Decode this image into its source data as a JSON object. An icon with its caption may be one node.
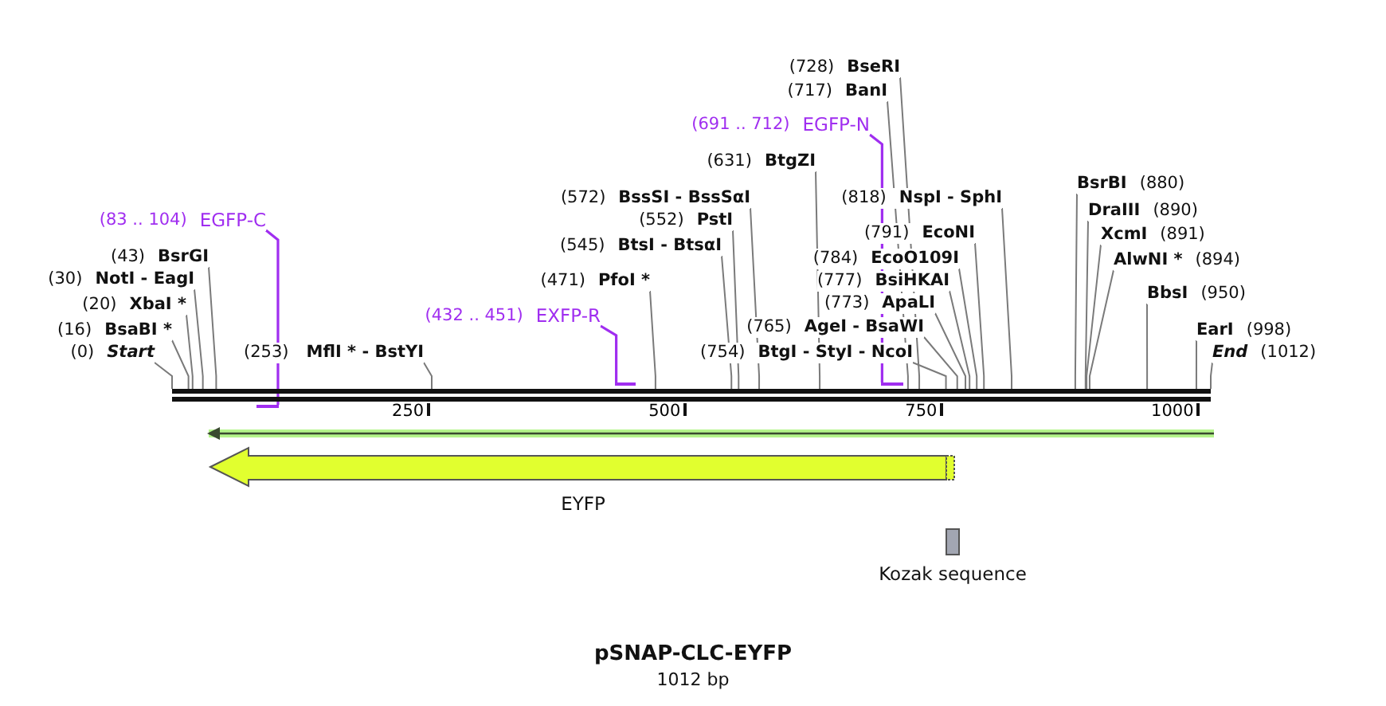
{
  "diagram": {
    "title": "pSNAP-CLC-EYFP",
    "caption": "1012 bp",
    "nodes": [
      {
        "text": [],
        "shape": "bar"
      },
      {
        "text": [
          "(0)",
          "Start"
        ]
      },
      {
        "text": [
          "(16)",
          "BsaBI *"
        ]
      },
      {
        "text": [
          "(20)",
          "XbaI *"
        ]
      },
      {
        "text": [
          "(30)",
          "NotI - EagI"
        ]
      },
      {
        "text": [
          "(43)",
          "BsrGI"
        ]
      },
      {
        "text": [
          "(83 .. 104)",
          "EGFP-C"
        ]
      },
      {
        "text": [],
        "shape": "bar"
      },
      {
        "text": [
          "(253)",
          "MflI * - BstYI"
        ]
      },
      {
        "text": [
          "(432 .. 451)",
          "EXFP-R"
        ]
      },
      {
        "text": [],
        "shape": "bar"
      },
      {
        "text": [
          "(471)",
          "PfoI *"
        ]
      },
      {
        "text": [
          "(545)",
          "BtsI - BtsαI"
        ]
      },
      {
        "text": [
          "(552)",
          "PstI"
        ]
      },
      {
        "text": [
          "(572)",
          "BssSI - BssSαI"
        ]
      },
      {
        "text": [
          "(631)",
          "BtgZI"
        ]
      },
      {
        "text": [
          "(691 .. 712)",
          "EGFP-N"
        ]
      },
      {
        "text": [],
        "shape": "bar"
      },
      {
        "text": [
          "(717)",
          "BanI"
        ]
      },
      {
        "text": [
          "(728)",
          "BseRI"
        ]
      },
      {
        "text": [
          "(754)",
          "BtgI - StyI - NcoI"
        ]
      },
      {
        "text": [
          "(765)",
          "AgeI - BsaWI"
        ]
      },
      {
        "text": [
          "(773)",
          "ApaLI"
        ]
      },
      {
        "text": [
          "(777)",
          "BsiHKAI"
        ]
      },
      {
        "text": [
          "(784)",
          "EcoO109I"
        ]
      },
      {
        "text": [
          "(791)",
          "EcoNI"
        ]
      },
      {
        "text": [
          "(818)",
          "NspI - SphI"
        ]
      },
      {
        "text": [
          "BsrBI",
          "(880)"
        ]
      },
      {
        "text": [
          "DraIII",
          "(890)"
        ]
      },
      {
        "text": [
          "XcmI",
          "(891)"
        ]
      },
      {
        "text": [
          "AlwNI *",
          "(894)"
        ]
      },
      {
        "text": [
          "BbsI",
          "(950)"
        ]
      },
      {
        "text": [
          "EarI",
          "(998)"
        ]
      },
      {
        "text": [
          "End",
          "(1012)"
        ]
      },
      {
        "text": [
          "EYFP"
        ]
      },
      {
        "text": [
          "Kozak sequence"
        ]
      }
    ],
    "edges": [
      {
        "from": 1,
        "to": 0,
        "arrow": "none"
      },
      {
        "from": 2,
        "to": 0,
        "arrow": "none"
      },
      {
        "from": 3,
        "to": 0,
        "arrow": "none"
      },
      {
        "from": 4,
        "to": 0,
        "arrow": "none"
      },
      {
        "from": 5,
        "to": 0,
        "arrow": "none"
      },
      {
        "from": 6,
        "to": 7,
        "arrow": "none",
        "color": "#a02ef0"
      },
      {
        "from": 8,
        "to": 0,
        "arrow": "none"
      },
      {
        "from": 9,
        "to": 10,
        "arrow": "none",
        "color": "#a02ef0"
      },
      {
        "from": 11,
        "to": 0,
        "arrow": "none"
      },
      {
        "from": 12,
        "to": 0,
        "arrow": "none"
      },
      {
        "from": 13,
        "to": 0,
        "arrow": "none"
      },
      {
        "from": 14,
        "to": 0,
        "arrow": "none"
      },
      {
        "from": 15,
        "to": 0,
        "arrow": "none"
      },
      {
        "from": 16,
        "to": 17,
        "arrow": "none",
        "color": "#a02ef0"
      },
      {
        "from": 18,
        "to": 0,
        "arrow": "none"
      },
      {
        "from": 19,
        "to": 0,
        "arrow": "none"
      },
      {
        "from": 20,
        "to": 0,
        "arrow": "none"
      },
      {
        "from": 21,
        "to": 0,
        "arrow": "none"
      },
      {
        "from": 22,
        "to": 0,
        "arrow": "none"
      },
      {
        "from": 23,
        "to": 0,
        "arrow": "none"
      },
      {
        "from": 24,
        "to": 0,
        "arrow": "none"
      },
      {
        "from": 25,
        "to": 0,
        "arrow": "none"
      },
      {
        "from": 26,
        "to": 0,
        "arrow": "none"
      },
      {
        "from": 27,
        "to": 0,
        "arrow": "none"
      },
      {
        "from": 28,
        "to": 0,
        "arrow": "none"
      },
      {
        "from": 29,
        "to": 0,
        "arrow": "none"
      },
      {
        "from": 30,
        "to": 0,
        "arrow": "none"
      },
      {
        "from": 31,
        "to": 0,
        "arrow": "none"
      },
      {
        "from": 32,
        "to": 0,
        "arrow": "none"
      },
      {
        "from": 33,
        "to": 0,
        "arrow": "none"
      }
    ],
    "labels": [
      "250",
      "500",
      "750",
      "1000"
    ]
  }
}
